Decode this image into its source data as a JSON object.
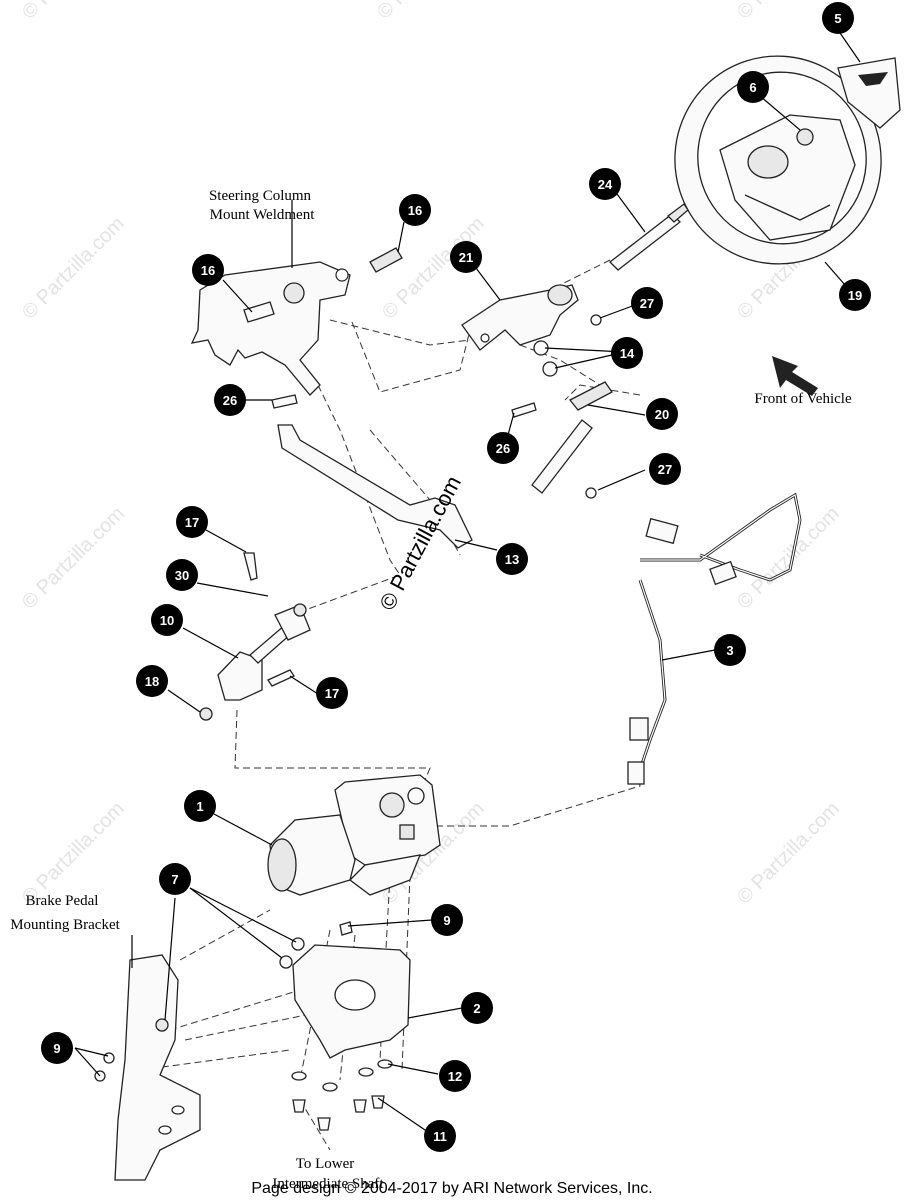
{
  "watermark": "© Partzilla.com",
  "copyright": "© Partzilla.com",
  "footer": "Page design © 2004-2017 by ARI Network Services, Inc.",
  "labels": {
    "steering_column_line1": "Steering Column",
    "steering_column_line2": "Mount Weldment",
    "front_of_vehicle": "Front of Vehicle",
    "brake_pedal_line1": "Brake Pedal",
    "brake_pedal_line2": "Mounting Bracket",
    "to_lower_line1": "To Lower",
    "to_lower_line2": "Intermediate Shaft"
  },
  "callouts": {
    "c5": "5",
    "c6": "6",
    "c19": "19",
    "c24": "24",
    "c16a": "16",
    "c16b": "16",
    "c21": "21",
    "c27a": "27",
    "c14": "14",
    "c26a": "26",
    "c26b": "26",
    "c20": "20",
    "c27b": "27",
    "c13": "13",
    "c17a": "17",
    "c30": "30",
    "c10": "10",
    "c18": "18",
    "c17b": "17",
    "c3": "3",
    "c1": "1",
    "c7": "7",
    "c9a": "9",
    "c2": "2",
    "c9b": "9",
    "c12": "12",
    "c11": "11"
  },
  "colors": {
    "callout_fill": "#000000",
    "callout_text": "#ffffff",
    "watermark": "#e3e3e3"
  }
}
